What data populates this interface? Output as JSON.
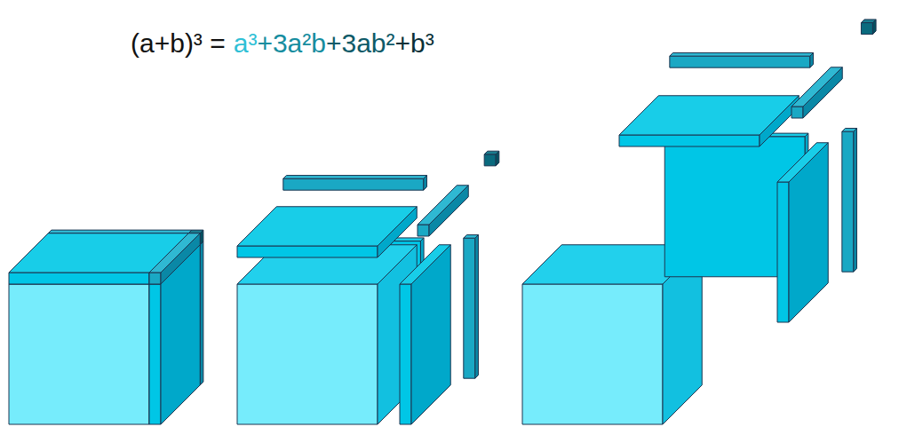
{
  "diagram": {
    "labels": [
      "(a+b)³ =",
      "a³",
      "+3a²b",
      "+3ab²",
      "+b³"
    ]
  }
}
